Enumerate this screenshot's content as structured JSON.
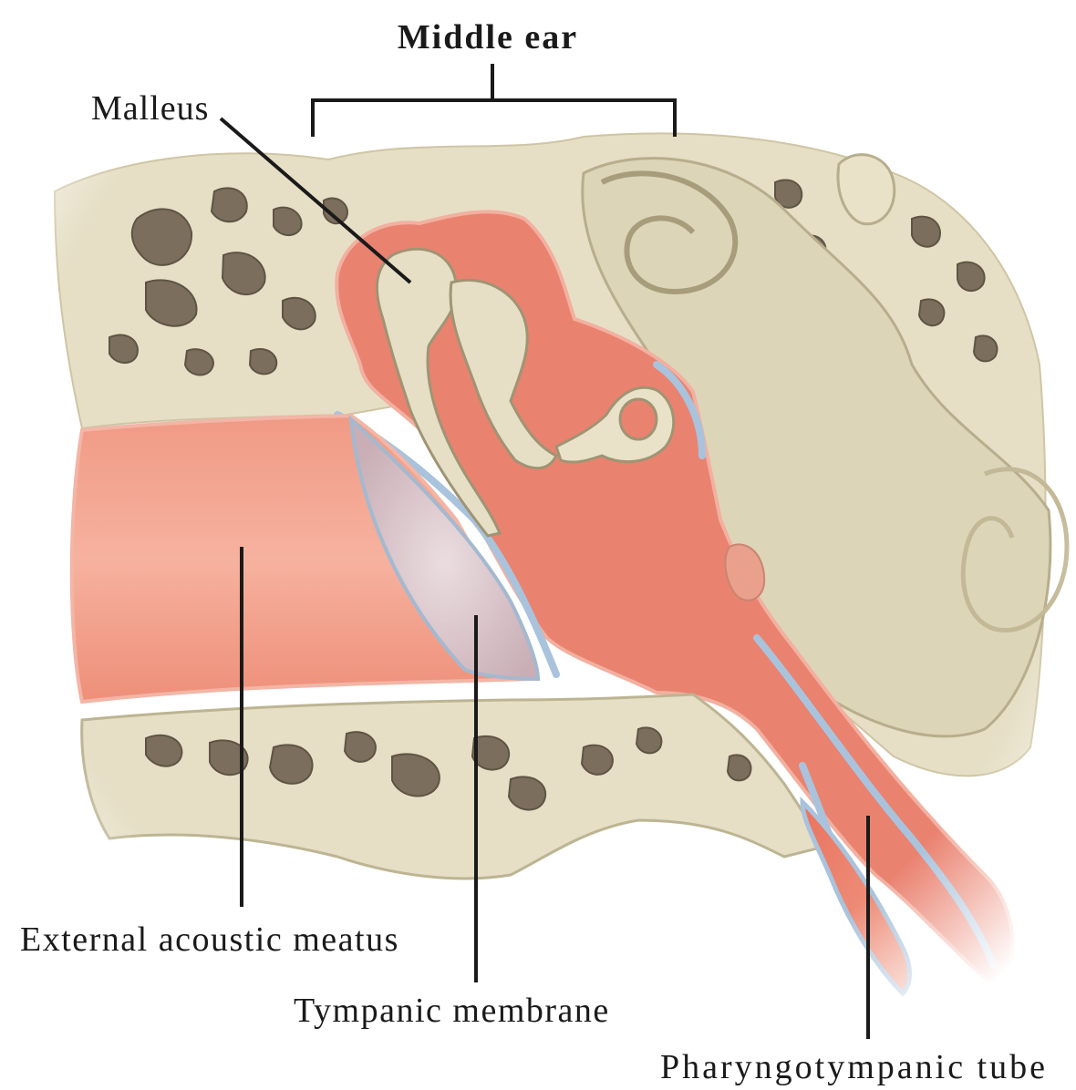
{
  "title": "Middle ear",
  "labels": {
    "malleus": "Malleus",
    "external_acoustic_meatus": "External acoustic meatus",
    "tympanic_membrane": "Tympanic membrane",
    "pharyngotympanic_tube": "Pharyngotympanic tube"
  },
  "colors": {
    "bone": "#e6dfc6",
    "bone_shadow": "#bdb492",
    "bone_cavity": "#7b6e5c",
    "mucosa": "#e97f6b",
    "mucosa_light": "#f4a592",
    "lining_blue": "#a9c3dc",
    "membrane": "#d8c6cc",
    "leader_line": "#1a1a1a"
  }
}
